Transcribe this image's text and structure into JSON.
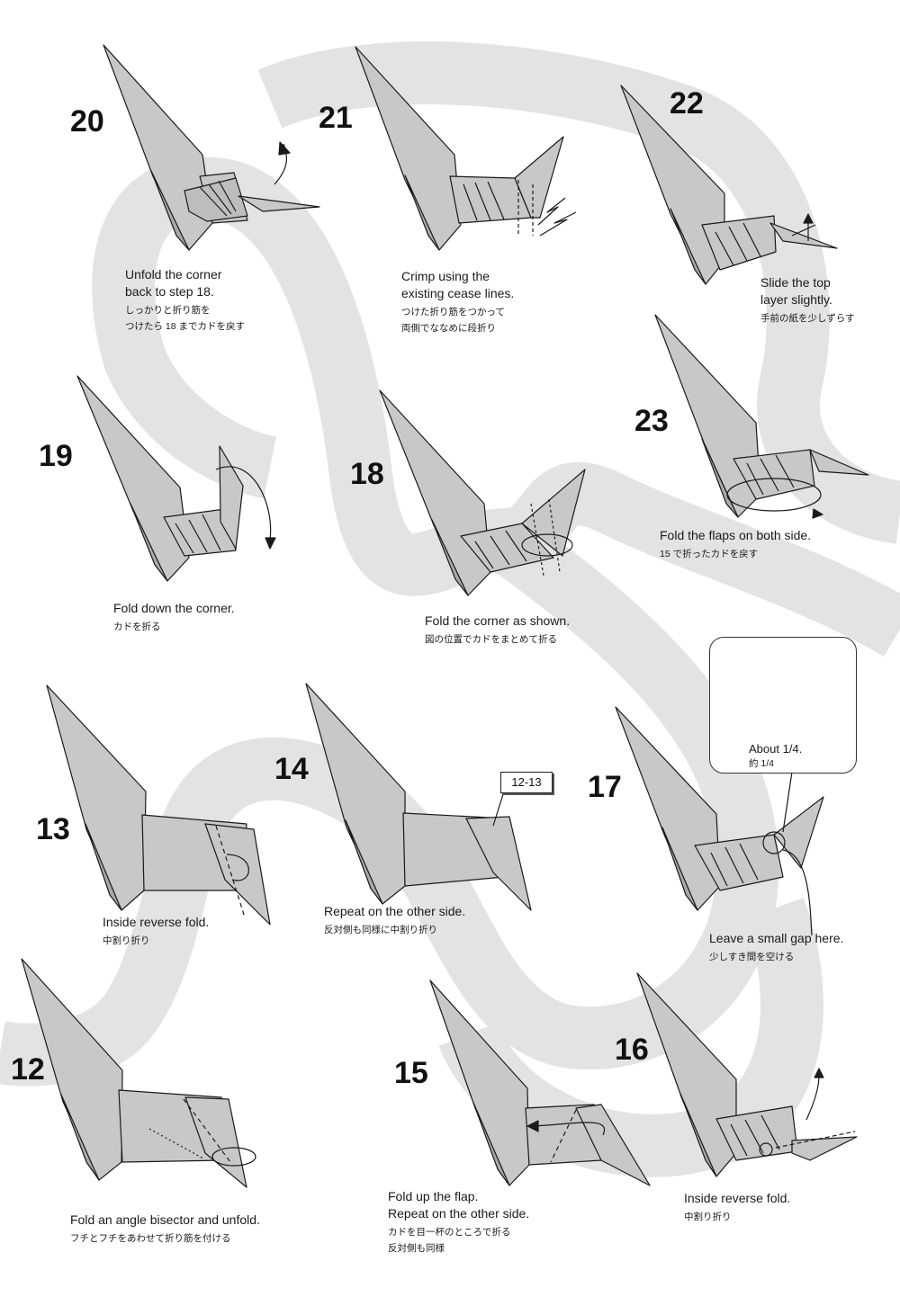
{
  "steps": [
    {
      "number": "20",
      "caption_en": [
        "Unfold the corner",
        "back to step 18."
      ],
      "caption_ja": [
        "しっかりと折り筋を",
        "つけたら 18 までカドを戻す"
      ]
    },
    {
      "number": "21",
      "caption_en": [
        "Crimp using the",
        "existing cease lines."
      ],
      "caption_ja": [
        "つけた折り筋をつかって",
        "両側でななめに段折り"
      ]
    },
    {
      "number": "22",
      "caption_en": [
        "Slide the top",
        "layer slightly."
      ],
      "caption_ja": [
        "手前の紙を少しずらす"
      ]
    },
    {
      "number": "19",
      "caption_en": [
        "Fold down the corner."
      ],
      "caption_ja": [
        "カドを折る"
      ]
    },
    {
      "number": "18",
      "caption_en": [
        "Fold the corner as shown."
      ],
      "caption_ja": [
        "図の位置でカドをまとめて折る"
      ]
    },
    {
      "number": "23",
      "caption_en": [
        "Fold the flaps on both side."
      ],
      "caption_ja": [
        "15 で折ったカドを戻す"
      ]
    },
    {
      "number": "13",
      "caption_en": [
        "Inside reverse fold."
      ],
      "caption_ja": [
        "中割り折り"
      ]
    },
    {
      "number": "14",
      "caption_en": [
        "Repeat on the other side."
      ],
      "caption_ja": [
        "反対側も同様に中割り折り"
      ]
    },
    {
      "number": "17",
      "caption_en": [
        "Leave a small gap here."
      ],
      "caption_ja": [
        "少しすき間を空ける"
      ]
    },
    {
      "number": "12",
      "caption_en": [
        "Fold an angle bisector and unfold."
      ],
      "caption_ja": [
        "フチとフチをあわせて折り筋を付ける"
      ]
    },
    {
      "number": "15",
      "caption_en": [
        "Fold up the flap.",
        "Repeat on the other side."
      ],
      "caption_ja": [
        "カドを目一杯のところで折る",
        "反対側も同様"
      ]
    },
    {
      "number": "16",
      "caption_en": [
        "Inside reverse fold."
      ],
      "caption_ja": [
        "中割り折り"
      ]
    }
  ],
  "reference_label": "12-13",
  "detail_bubble": {
    "en": "About 1/4.",
    "ja": "約 1/4"
  },
  "colors": {
    "paper": "#c8c8c8",
    "paper_dark": "#a9a9a9",
    "band": "#e3e3e3",
    "line": "#1a1a1a"
  }
}
